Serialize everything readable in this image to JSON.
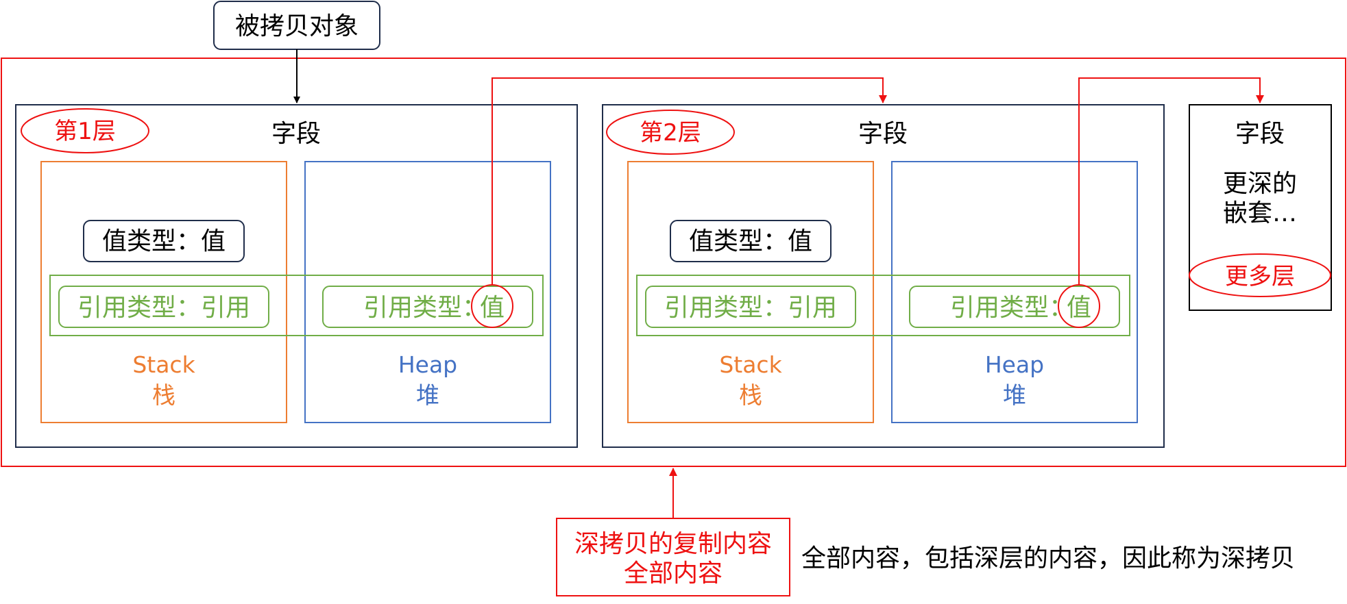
{
  "source": {
    "label": "被拷贝对象"
  },
  "layers": [
    {
      "badge": "第1层",
      "field_label": "字段",
      "value_type": "值类型：值",
      "ref_stack": "引用类型：引用",
      "ref_heap": "引用类型：",
      "ref_heap_value": "值",
      "stack_label_en": "Stack",
      "stack_label_zh": "栈",
      "heap_label_en": "Heap",
      "heap_label_zh": "堆"
    },
    {
      "badge": "第2层",
      "field_label": "字段",
      "value_type": "值类型：值",
      "ref_stack": "引用类型：引用",
      "ref_heap": "引用类型：",
      "ref_heap_value": "值",
      "stack_label_en": "Stack",
      "stack_label_zh": "栈",
      "heap_label_en": "Heap",
      "heap_label_zh": "堆"
    }
  ],
  "deeper": {
    "field_label": "字段",
    "line1": "更深的",
    "line2": "嵌套…",
    "badge": "更多层"
  },
  "copy_box": {
    "line1": "深拷贝的复制内容",
    "line2": "全部内容"
  },
  "caption": "全部内容，包括深层的内容，因此称为深拷贝",
  "colors": {
    "red": "#ee1111",
    "navy": "#1f2d4a",
    "orange": "#ed7d31",
    "blue": "#4472c4",
    "green": "#70ad47",
    "black": "#000000"
  }
}
